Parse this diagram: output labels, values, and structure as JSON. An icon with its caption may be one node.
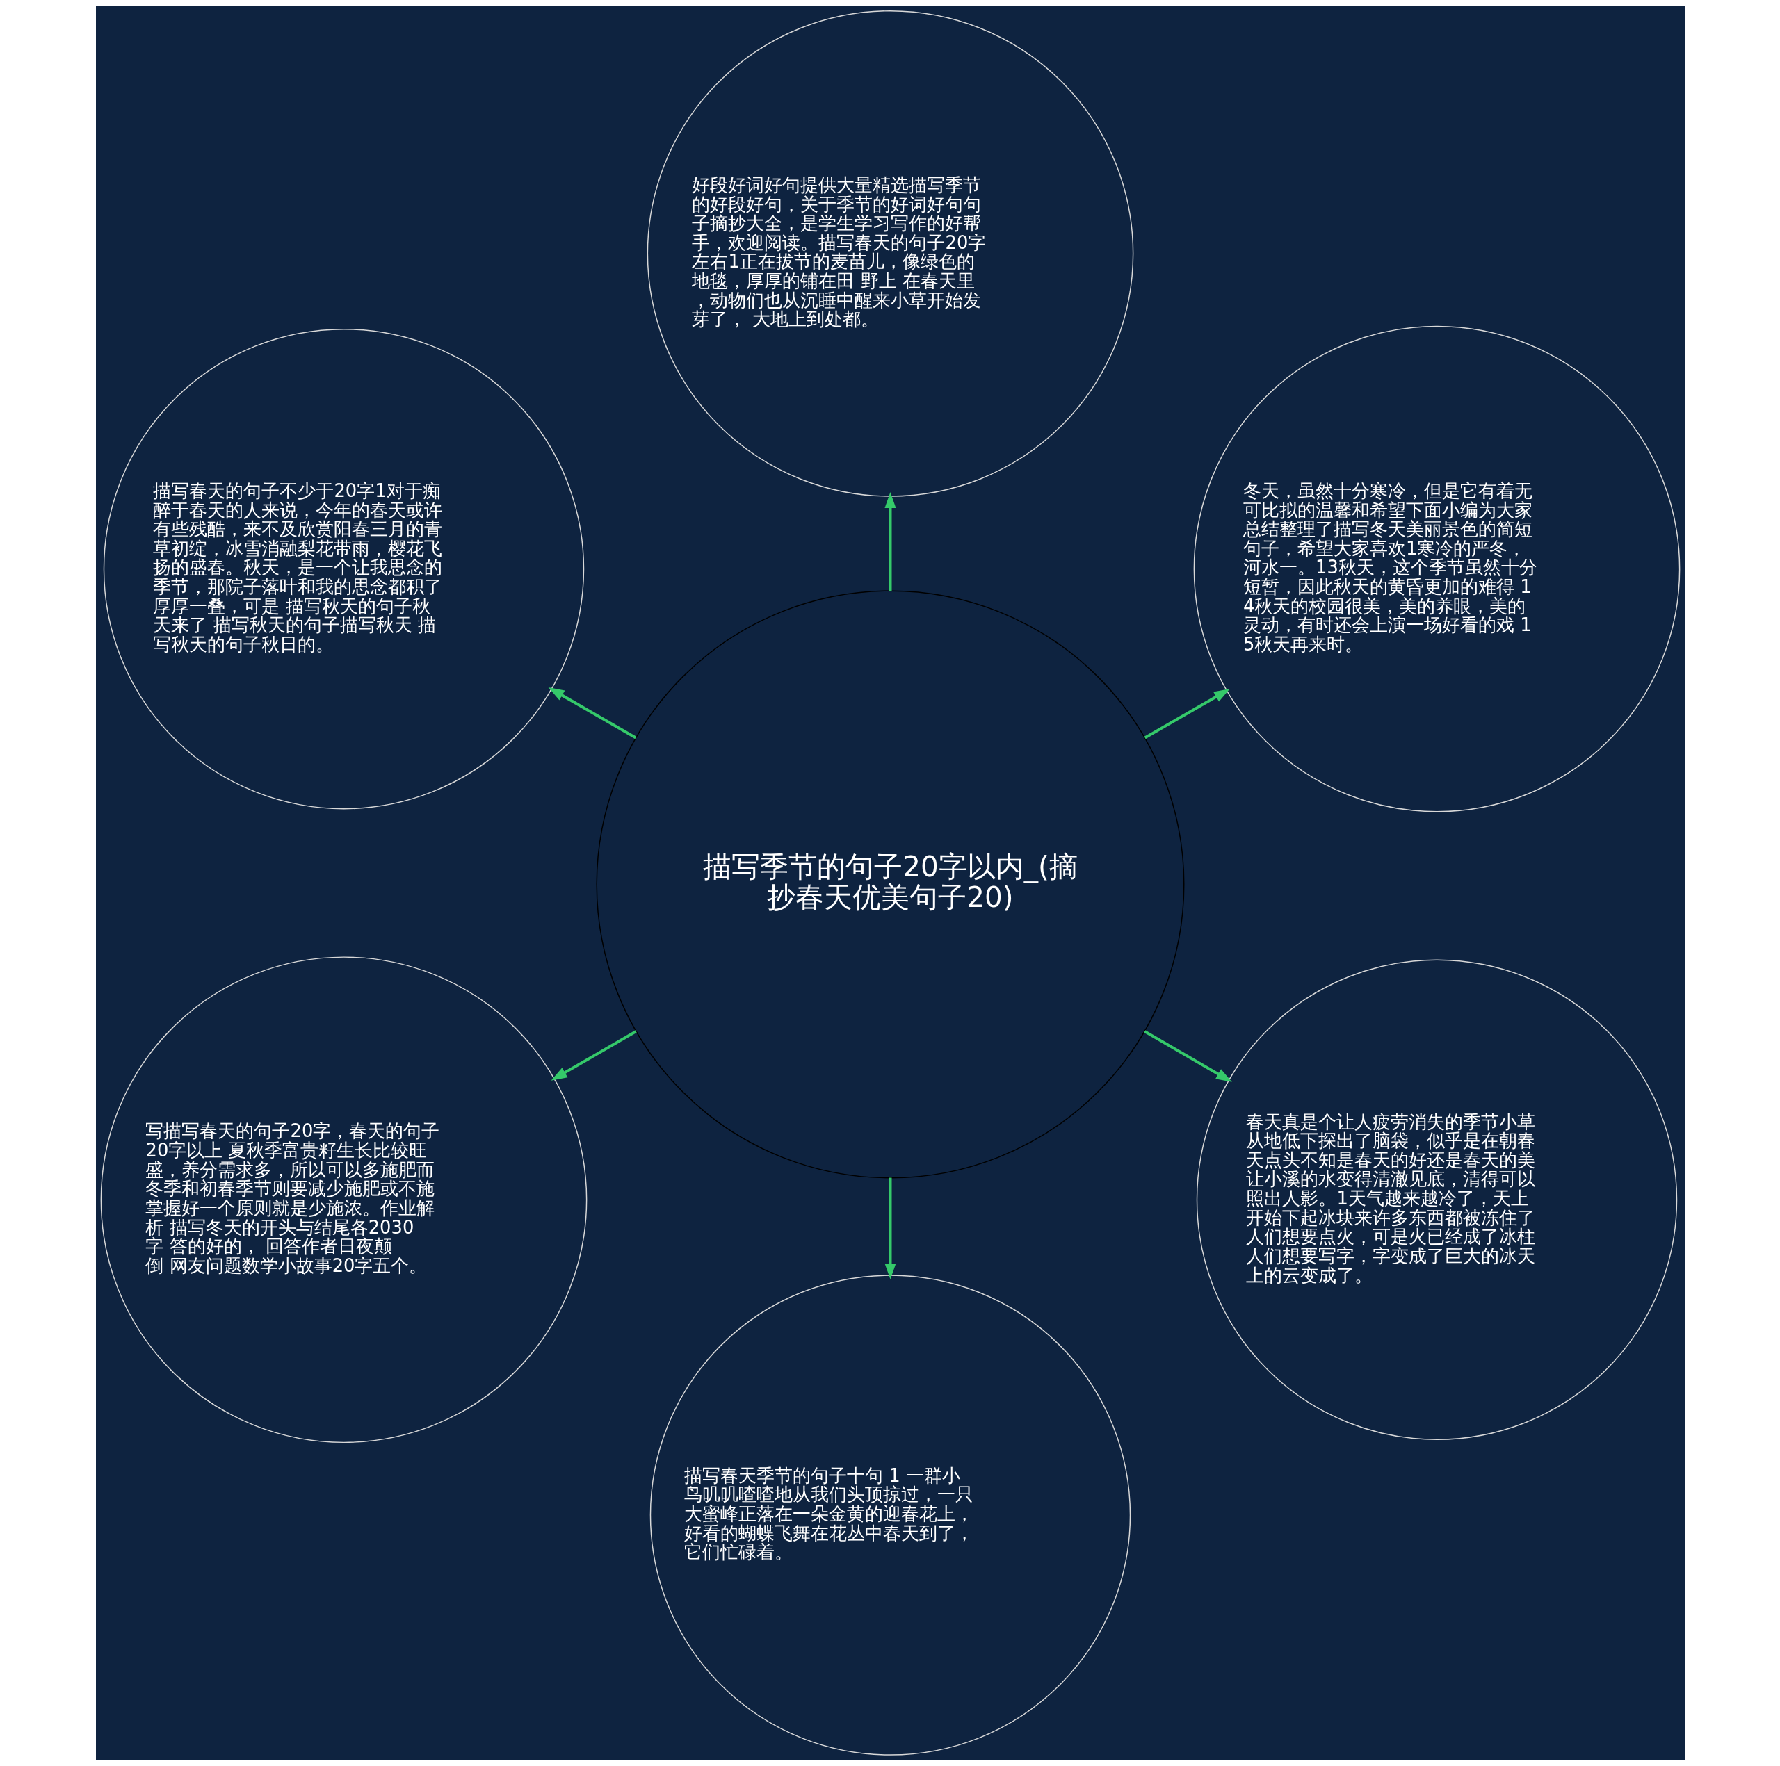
{
  "diagram": {
    "nodes": [
      {
        "text": [
          "描写季节的句子20字以内_(摘抄春天优美句子20)"
        ]
      },
      {
        "text": [
          "冬天，虽然十分寒冷，但是它有着无可比拟的温馨和希望下面小编为大家总结整理了描写冬天美丽景色的简短句子，希望大家喜欢1寒冷的严冬，河水一。13秋天，这个季节虽然十分短暂，因此秋天的黄昏更加的难得 14秋天的校园很美，美的养眼，美的灵动，有时还会上演一场好看的戏 15秋天再来时。"
        ]
      },
      {
        "text": [
          "好段好词好句提供大量精选描写季节的好段好句，关于季节的好词好句句子摘抄大全，是学生学习写作的好帮手，欢迎阅读。描写春天的句子20字左右1正在拔节的麦苗儿，像绿色的地毯，厚厚的铺在田 野上 在春天里，动物们也从沉睡中醒来小草开始发芽了， 大地上到处都。"
        ]
      },
      {
        "text": [
          "描写春天的句子不少于20字1对于痴醉于春天的人来说，今年的春天或许有些残酷，来不及欣赏阳春三月的青草初绽，冰雪消融梨花带雨，樱花飞扬的盛春。秋天，是一个让我思念的季节，那院子落叶和我的思念都积了厚厚一叠，可是 描写秋天的句子秋天来了 描写秋天的句子描写秋天 描写秋天的句子秋日的。"
        ]
      },
      {
        "text": [
          "写描写春天的句子20字，春天的句子20字以上 夏秋季富贵籽生长比较旺盛，养分需求多，所以可以多施肥而冬季和初春季节则要减少施肥或不施掌握好一个原则就是少施浓。作业解析 描写冬天的开头与结尾各2030字 答的好的， 回答作者日夜颠倒 网友问题数学小故事20字五个。"
        ]
      },
      {
        "text": [
          "描写春天季节的句子十句 1 一群小鸟叽叽喳喳地从我们头顶掠过，一只大蜜峰正落在一朵金黄的迎春花上，好看的蝴蝶飞舞在花丛中春天到了，它们忙碌着。"
        ]
      },
      {
        "text": [
          "春天真是个让人疲劳消失的季节小草从地低下探出了脑袋，似乎是在朝春天点头不知是春天的好还是春天的美让小溪的水变得清澈见底，清得可以照出人影。1天气越来越冷了，天上开始下起冰块来许多东西都被冻住了人们想要点火，可是火已经成了冰柱人们想要写字，字变成了巨大的冰天上的云变成了。"
        ]
      }
    ],
    "edges": [
      {
        "from": 0,
        "to": 1,
        "arrow": "to"
      },
      {
        "from": 0,
        "to": 2,
        "arrow": "to"
      },
      {
        "from": 0,
        "to": 3,
        "arrow": "to"
      },
      {
        "from": 0,
        "to": 4,
        "arrow": "to"
      },
      {
        "from": 0,
        "to": 5,
        "arrow": "to"
      },
      {
        "from": 0,
        "to": 6,
        "arrow": "to"
      }
    ]
  }
}
